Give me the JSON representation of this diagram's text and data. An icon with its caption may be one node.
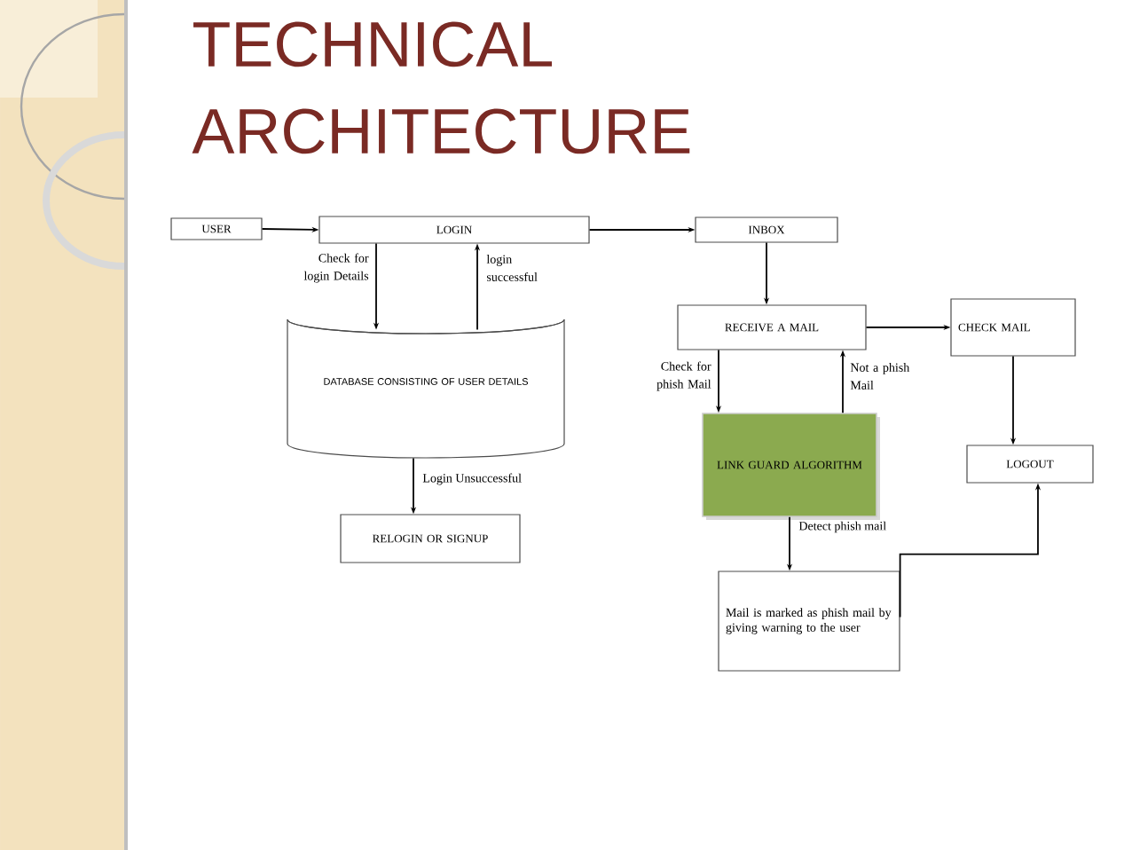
{
  "diagram": {
    "title": "TECHNICAL ARCHITECTURE",
    "nodes": [
      {
        "text": [
          "USER"
        ]
      },
      {
        "text": [
          "LOGIN"
        ]
      },
      {
        "text": [
          "INBOX"
        ]
      },
      {
        "text": [
          "DATABASE CONSISTING OF USER DETAILS"
        ]
      },
      {
        "text": [
          "RELOGIN OR SIGNUP"
        ]
      },
      {
        "text": [
          "RECEIVE A MAIL"
        ]
      },
      {
        "text": [
          "CHECK MAIL"
        ]
      },
      {
        "text": [
          "LINK GUARD ALGORITHM"
        ]
      },
      {
        "text": [
          "LOGOUT"
        ]
      },
      {
        "text": [
          "Mail is marked as phish mail by giving warning to the user"
        ]
      }
    ],
    "edges": [
      {
        "from": 0,
        "to": 1,
        "arrow": "to"
      },
      {
        "from": 1,
        "to": 2,
        "arrow": "to"
      },
      {
        "from": 1,
        "to": 3,
        "arrow": "to",
        "label": "Check for login Details"
      },
      {
        "from": 3,
        "to": 1,
        "arrow": "to",
        "label": "login successful"
      },
      {
        "from": 3,
        "to": 4,
        "arrow": "to",
        "label": "Login Unsuccessful"
      },
      {
        "from": 2,
        "to": 5,
        "arrow": "to"
      },
      {
        "from": 5,
        "to": 6,
        "arrow": "to"
      },
      {
        "from": 5,
        "to": 7,
        "arrow": "to",
        "label": "Check for phish Mail"
      },
      {
        "from": 7,
        "to": 5,
        "arrow": "to",
        "label": "Not a phish Mail"
      },
      {
        "from": 6,
        "to": 8,
        "arrow": "to"
      },
      {
        "from": 7,
        "to": 9,
        "arrow": "to",
        "label": "Detect phish mail"
      },
      {
        "from": 9,
        "to": 8,
        "arrow": "to"
      }
    ]
  }
}
